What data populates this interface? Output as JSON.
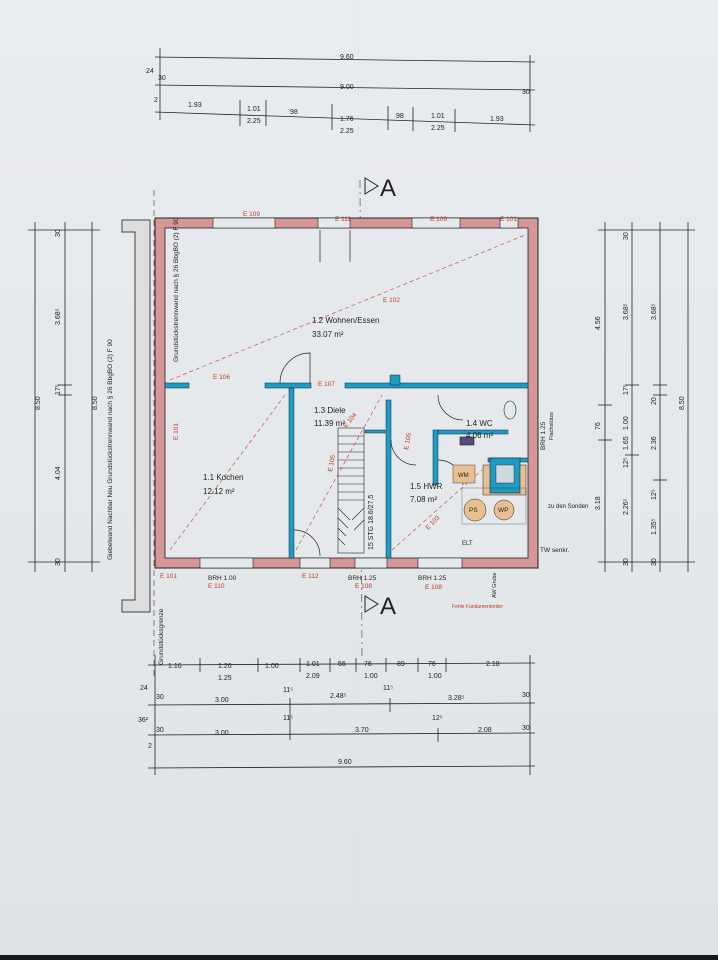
{
  "section_marks": {
    "top": "A",
    "bottom": "A"
  },
  "rooms": [
    {
      "name": "1.2 Wohnen/Essen",
      "area": "33.07 m²"
    },
    {
      "name": "1.3 Diele",
      "area": "11.39 m²"
    },
    {
      "name": "1.1 Kochen",
      "area": "12.12 m²"
    },
    {
      "name": "1.4 WC",
      "area": "4.06 m²"
    },
    {
      "name": "1.5 HWR",
      "area": "7.08 m²"
    }
  ],
  "wall_notes": {
    "left_wall": "Grundstückstrennwand nach § 26 BbgBO (2) F 90",
    "outside_left": "Giebelwand Nachbar Neu Grundstückstrennwand nach § 26 BbgBO (2) F 90",
    "boundary": "Grundstücksgrenze"
  },
  "window_codes": {
    "top": [
      "E 109",
      "E 111",
      "E 109",
      "E 101"
    ],
    "bottom": [
      "E 101",
      "E 110",
      "E 112",
      "E 108",
      "E 108"
    ],
    "interior": [
      "E 106",
      "E 107",
      "E 102",
      "E 101",
      "E 104",
      "E 105",
      "E 105",
      "E 103"
    ]
  },
  "brh_labels": [
    "BRH 1.00",
    "BRH 1.25",
    "BRH 1.25",
    "BRH 1.25"
  ],
  "stair_label": "15 STG 18.6/27.5",
  "equipment": [
    "Flachstütze",
    "zu den Sonden",
    "TW senkr.",
    "WM",
    "PS",
    "WP",
    "ELT",
    "AW Grube",
    "Fehle Fundamenterder"
  ],
  "dimensions": {
    "top_row1": [
      "9.60"
    ],
    "top_row2_left": [
      "24",
      "30"
    ],
    "top_row2": [
      "9.00",
      "30"
    ],
    "top_row3_left": [
      "2"
    ],
    "top_row3": [
      "1.93",
      "1.01",
      "98",
      "1.76",
      "98",
      "1.01",
      "1.93"
    ],
    "top_row3_sub": [
      "2.25",
      "2.25",
      "2.25"
    ],
    "left_col1": [
      "8.50"
    ],
    "left_col2": [
      "30",
      "3.68⁵",
      "17⁵",
      "4.04",
      "30"
    ],
    "left_col3": [
      "8.50"
    ],
    "right_col1": [
      "4.56",
      "76",
      "3.18"
    ],
    "right_col2": [
      "30",
      "3.68⁵",
      "17⁵",
      "1.00",
      "1.65",
      "12⁵",
      "2.26⁵",
      "30"
    ],
    "right_col3": [
      "3.68⁵",
      "20",
      "2.36",
      "12⁵",
      "1.35⁵",
      "30"
    ],
    "right_col4": [
      "8.50"
    ],
    "bottom_row1": [
      "1.16",
      "1.26",
      "1.00",
      "1.01",
      "56",
      "76",
      "89",
      "76",
      "2.18"
    ],
    "bottom_row1_sub": [
      "1.25",
      "2.09",
      "1.00",
      "1.00"
    ],
    "bottom_row2_left": [
      "24"
    ],
    "bottom_row2": [
      "30",
      "3.00",
      "11⁵",
      "2.48⁵",
      "11⁵",
      "3.28⁵",
      "30"
    ],
    "bottom_row3_left": [
      "36²",
      "2"
    ],
    "bottom_row3": [
      "30",
      "3.00",
      "11⁵",
      "3.70",
      "12⁵",
      "2.08",
      "30"
    ],
    "bottom_row4": [
      "9.60"
    ]
  }
}
